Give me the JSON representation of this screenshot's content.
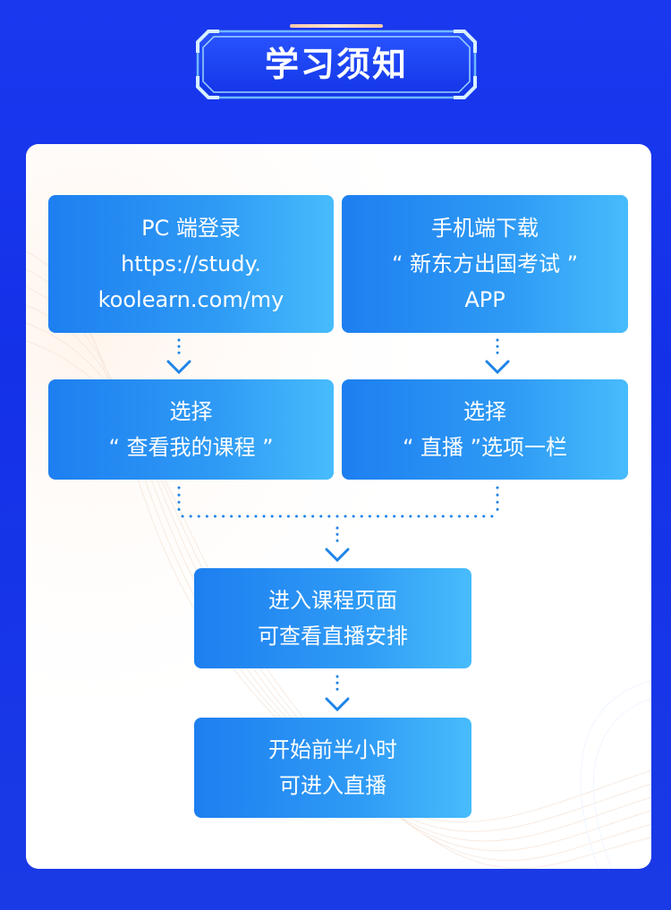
{
  "header": {
    "title": "学习须知"
  },
  "steps": {
    "pc_login": {
      "lines": [
        "PC 端登录",
        "https://study.",
        "koolearn.com/my"
      ]
    },
    "mobile_download": {
      "lines": [
        "手机端下载",
        "“ 新东方出国考试 ”",
        "APP"
      ]
    },
    "select_my_courses": {
      "lines": [
        "选择",
        "“ 查看我的课程 ”"
      ]
    },
    "select_live": {
      "lines": [
        "选择",
        "“ 直播 ”选项一栏"
      ]
    },
    "enter_course_page": {
      "lines": [
        "进入课程页面",
        "可查看直播安排"
      ]
    },
    "join_live": {
      "lines": [
        "开始前半小时",
        "可进入直播"
      ]
    }
  },
  "colors": {
    "background": "#1a39ef",
    "card": "#ffffff",
    "box_gradient_start": "#1d7ff0",
    "box_gradient_end": "#47bcfc",
    "connector": "#1f84e8",
    "title_accent": "#ffc8a8"
  }
}
